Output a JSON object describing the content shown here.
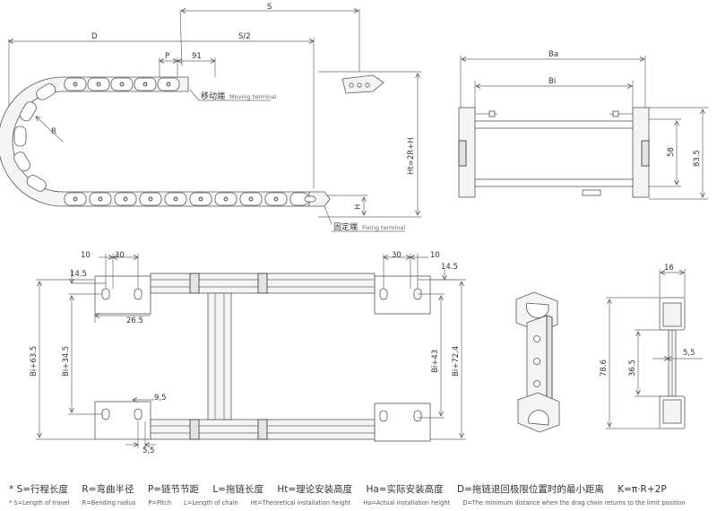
{
  "labels": {
    "top": {
      "S": "S",
      "D": "D",
      "S2": "S/2",
      "P": "P",
      "n91": "91",
      "R": "R",
      "Ht": "Ht=2R+H",
      "H": "H",
      "moving_cn": "移动端",
      "moving_en": "Moving terminal",
      "fixing_cn": "固定端",
      "fixing_en": "Fixing terminal"
    },
    "section": {
      "Ba": "Ba",
      "Bi": "Bi",
      "n58": "58",
      "n83_5": "83.5"
    },
    "plan": {
      "n10a": "10",
      "n30a": "30",
      "n14_5a": "14.5",
      "n26_5": "26.5",
      "n30b": "30",
      "n10b": "10",
      "n14_5b": "14.5",
      "Bi63_5": "Bi+63.5",
      "Bi34_5": "Bi+34.5",
      "n9_5": "9,5",
      "n5_5a": "5,5",
      "Bi43": "Bi+43",
      "Bi72_4": "Bi+72.4"
    },
    "side": {
      "n16": "16",
      "n5_5b": "5,5",
      "n36_5": "36.5",
      "n78_6": "78.6"
    }
  },
  "legend": {
    "cn": [
      "* S=行程长度",
      "R=弯曲半径",
      "P=链节节距",
      "L=拖链长度",
      "Ht=理论安装高度",
      "Ha=实际安装高度",
      "D=拖链退回极限位置时的最小距离",
      "K=π·R+2P"
    ],
    "en": [
      "* S=Length of travel",
      "R=Bending radius",
      "P=Pitch",
      "L=Length of chain",
      "Ht=Theoretical installation height",
      "Ha=Actual installation height",
      "D=The minimum distance when the drag chain returns to the limit position"
    ]
  }
}
